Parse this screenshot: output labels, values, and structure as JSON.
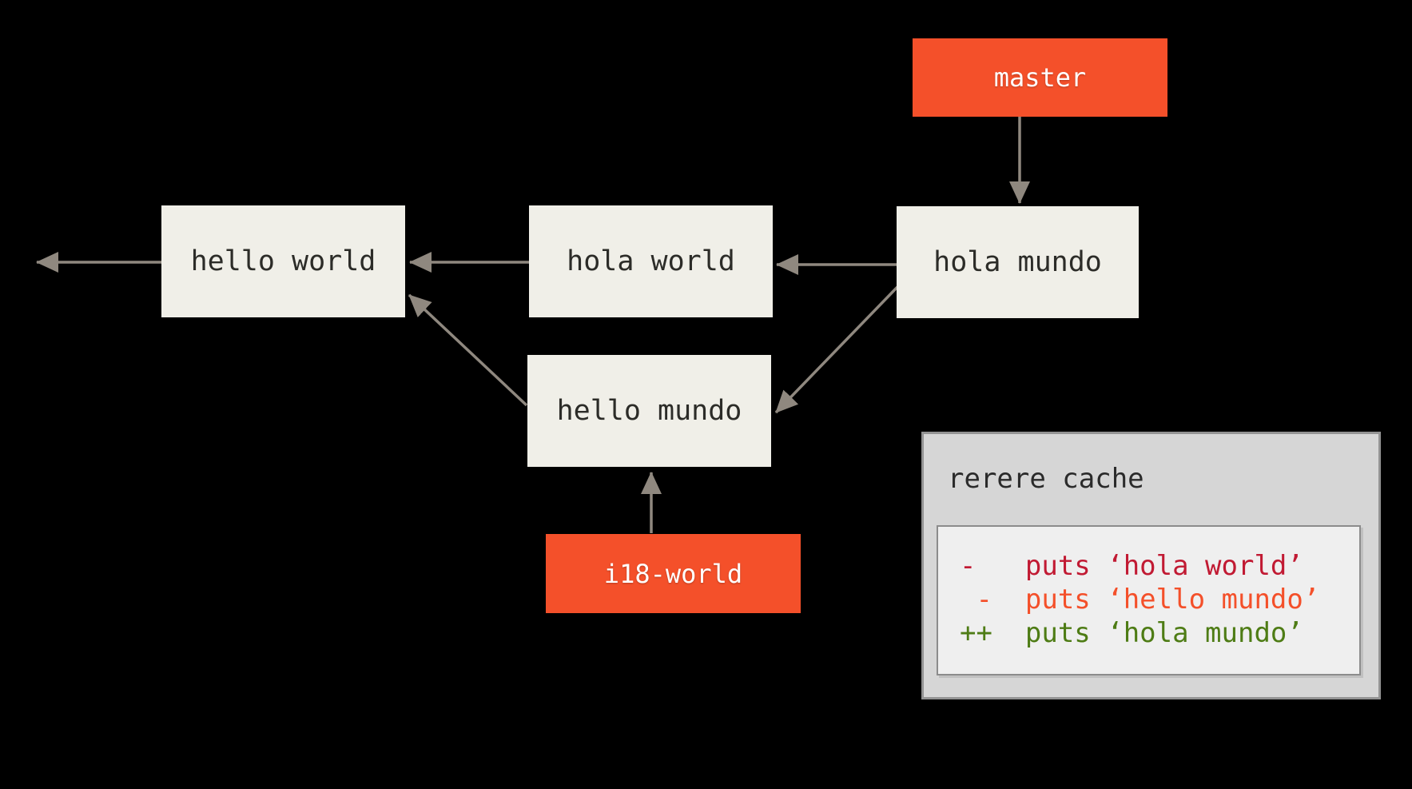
{
  "diagram": {
    "background": "#000000",
    "arrow_color": "#8f887f",
    "commit_box_fill": "#f0efe8",
    "branch_box_fill": "#f4502a",
    "commits": {
      "hello_world": {
        "label": "hello world"
      },
      "hola_world": {
        "label": "hola world"
      },
      "hola_mundo": {
        "label": "hola mundo"
      },
      "hello_mundo": {
        "label": "hello mundo"
      }
    },
    "branches": {
      "master": {
        "label": "master"
      },
      "i18_world": {
        "label": "i18-world"
      }
    },
    "rerere": {
      "title": "rerere cache",
      "lines": [
        {
          "text": "-   puts ‘hola world’",
          "color": "#c11a33"
        },
        {
          "text": " -  puts ‘hello mundo’",
          "color": "#f4502a"
        },
        {
          "text": "++  puts ‘hola mundo’",
          "color": "#4e7c15"
        }
      ]
    }
  }
}
